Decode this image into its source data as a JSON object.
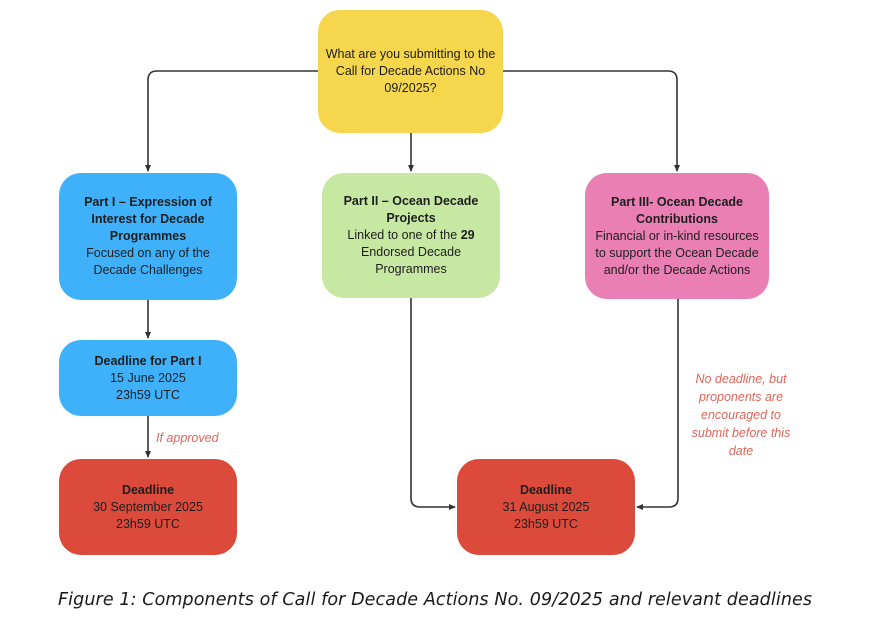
{
  "diagram": {
    "type": "flowchart",
    "colors": {
      "question": "#f5d64c",
      "part1": "#3fb1fb",
      "part2": "#c6e8a2",
      "part3": "#ea7fb4",
      "deadline": "#dc4a3b",
      "connector": "#333333",
      "annotation": "#e0655a"
    },
    "nodes": {
      "question": {
        "text": "What are you submitting to the Call for Decade Actions No 09/2025?"
      },
      "part1": {
        "title": "Part I – Expression of Interest for Decade Programmes",
        "body": "Focused on any of the Decade Challenges"
      },
      "part2": {
        "title": "Part II – Ocean Decade Projects",
        "body_prefix": "Linked to one of the ",
        "body_bold": "29",
        "body_suffix": " Endorsed Decade Programmes"
      },
      "part3": {
        "title": "Part III- Ocean Decade Contributions",
        "body": "Financial or in-kind resources to support the Ocean Decade and/or the Decade Actions"
      },
      "deadline_part1": {
        "title": "Deadline for Part I",
        "date": "15 June 2025",
        "time": "23h59 UTC"
      },
      "deadline_sep": {
        "title": "Deadline",
        "date": "30 September 2025",
        "time": "23h59 UTC"
      },
      "deadline_aug": {
        "title": "Deadline",
        "date": "31 August 2025",
        "time": "23h59 UTC"
      }
    },
    "edges": [
      {
        "from": "question",
        "to": "part1"
      },
      {
        "from": "question",
        "to": "part2"
      },
      {
        "from": "question",
        "to": "part3"
      },
      {
        "from": "part1",
        "to": "deadline_part1"
      },
      {
        "from": "deadline_part1",
        "to": "deadline_sep",
        "label": "If approved"
      },
      {
        "from": "part2",
        "to": "deadline_aug"
      },
      {
        "from": "part3",
        "to": "deadline_aug",
        "label": "No deadline, but proponents are encouraged to submit before this date"
      }
    ],
    "annotations": {
      "if_approved": "If approved",
      "no_deadline": "No deadline, but proponents are encouraged to submit before this date"
    }
  },
  "caption": "Figure 1: Components of Call for Decade Actions No. 09/2025 and relevant deadlines"
}
